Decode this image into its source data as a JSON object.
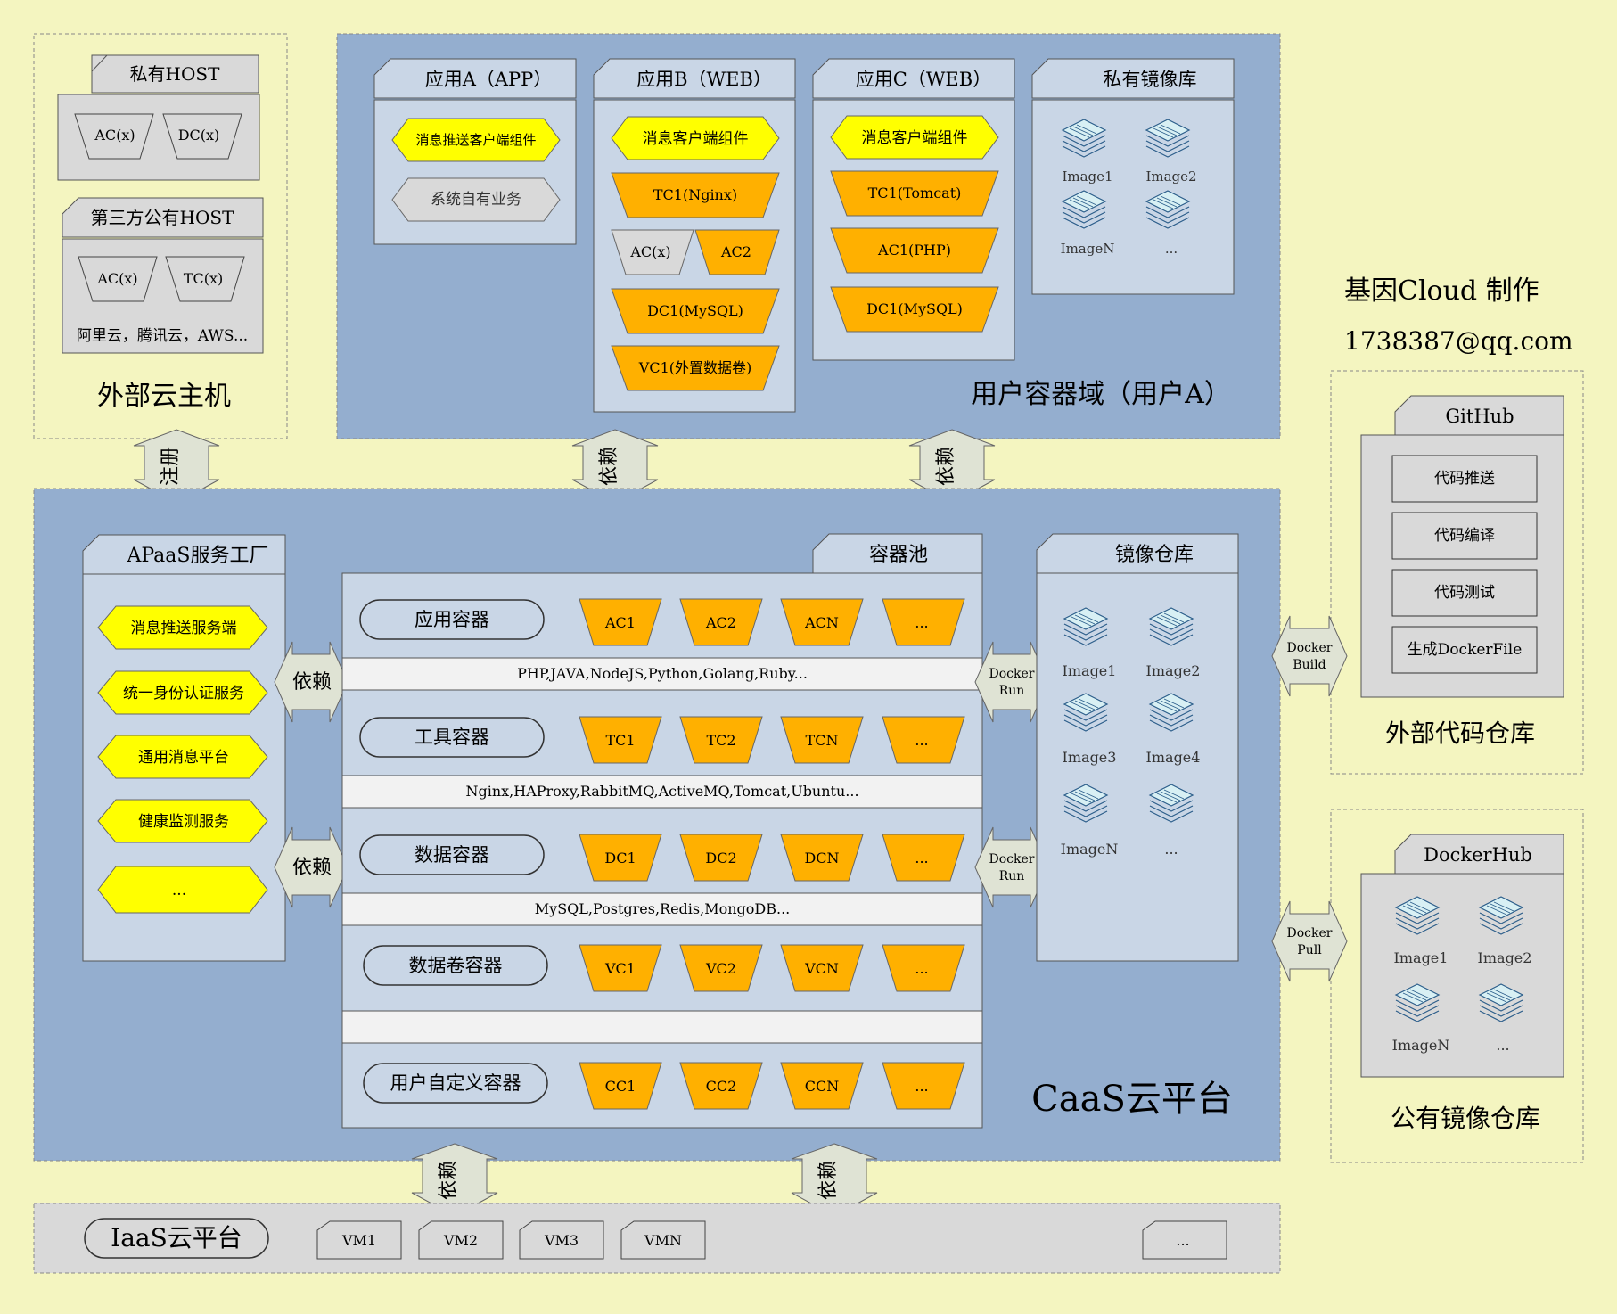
{
  "external_hosts": {
    "title": "外部云主机",
    "private_host": {
      "title": "私有HOST",
      "items": [
        "AC(x)",
        "DC(x)"
      ]
    },
    "public_host": {
      "title": "第三方公有HOST",
      "items": [
        "AC(x)",
        "TC(x)"
      ],
      "note": "阿里云，腾讯云，AWS..."
    }
  },
  "user_domain": {
    "title": "用户容器域（用户A）",
    "app_a": {
      "title": "应用A（APP）",
      "items": [
        "消息推送客户端组件",
        "系统自有业务"
      ]
    },
    "app_b": {
      "title": "应用B（WEB）",
      "client": "消息客户端组件",
      "tc": "TC1(Nginx)",
      "ac": [
        "AC(x)",
        "AC2"
      ],
      "dc": "DC1(MySQL)",
      "vc": "VC1(外置数据卷)"
    },
    "app_c": {
      "title": "应用C（WEB）",
      "client": "消息客户端组件",
      "items": [
        "TC1(Tomcat)",
        "AC1(PHP)",
        "DC1(MySQL)"
      ]
    },
    "registry": {
      "title": "私有镜像库",
      "images": [
        "Image1",
        "Image2",
        "ImageN",
        "..."
      ]
    }
  },
  "author": {
    "line1": "基因Cloud 制作",
    "line2": "1738387@qq.com"
  },
  "arrows": {
    "register": "注册",
    "depend": "依赖",
    "docker_run": [
      "Docker",
      "Run"
    ],
    "docker_build": [
      "Docker",
      "Build"
    ],
    "docker_pull": [
      "Docker",
      "Pull"
    ]
  },
  "caas": {
    "title": "CaaS云平台",
    "apaas": {
      "title": "APaaS服务工厂",
      "items": [
        "消息推送服务端",
        "统一身份认证服务",
        "通用消息平台",
        "健康监测服务",
        "..."
      ]
    },
    "pool": {
      "title": "容器池",
      "rows": [
        {
          "label": "应用容器",
          "items": [
            "AC1",
            "AC2",
            "ACN",
            "..."
          ]
        },
        {
          "label": "工具容器",
          "items": [
            "TC1",
            "TC2",
            "TCN",
            "..."
          ]
        },
        {
          "label": "数据容器",
          "items": [
            "DC1",
            "DC2",
            "DCN",
            "..."
          ]
        },
        {
          "label": "数据卷容器",
          "items": [
            "VC1",
            "VC2",
            "VCN",
            "..."
          ]
        },
        {
          "label": "用户自定义容器",
          "items": [
            "CC1",
            "CC2",
            "CCN",
            "..."
          ]
        }
      ],
      "bars": [
        "PHP,JAVA,NodeJS,Python,Golang,Ruby...",
        "Nginx,HAProxy,RabbitMQ,ActiveMQ,Tomcat,Ubuntu...",
        "MySQL,Postgres,Redis,MongoDB...",
        ""
      ]
    },
    "image_repo": {
      "title": "镜像仓库",
      "images": [
        "Image1",
        "Image2",
        "Image3",
        "Image4",
        "ImageN",
        "..."
      ]
    }
  },
  "github": {
    "title": "GitHub",
    "items": [
      "代码推送",
      "代码编译",
      "代码测试",
      "生成DockerFile"
    ],
    "caption": "外部代码仓库"
  },
  "dockerhub": {
    "title": "DockerHub",
    "images": [
      "Image1",
      "Image2",
      "ImageN",
      "..."
    ],
    "caption": "公有镜像仓库"
  },
  "iaas": {
    "title": "IaaS云平台",
    "vms": [
      "VM1",
      "VM2",
      "VM3",
      "VMN",
      "..."
    ]
  },
  "colors": {
    "background": "#f4f5c0",
    "domain_blue": "#94aecf",
    "panel": "#c9d6e6",
    "yellow": "#ffff00",
    "orange": "#ffb000",
    "gray": "#d9d9d9"
  }
}
